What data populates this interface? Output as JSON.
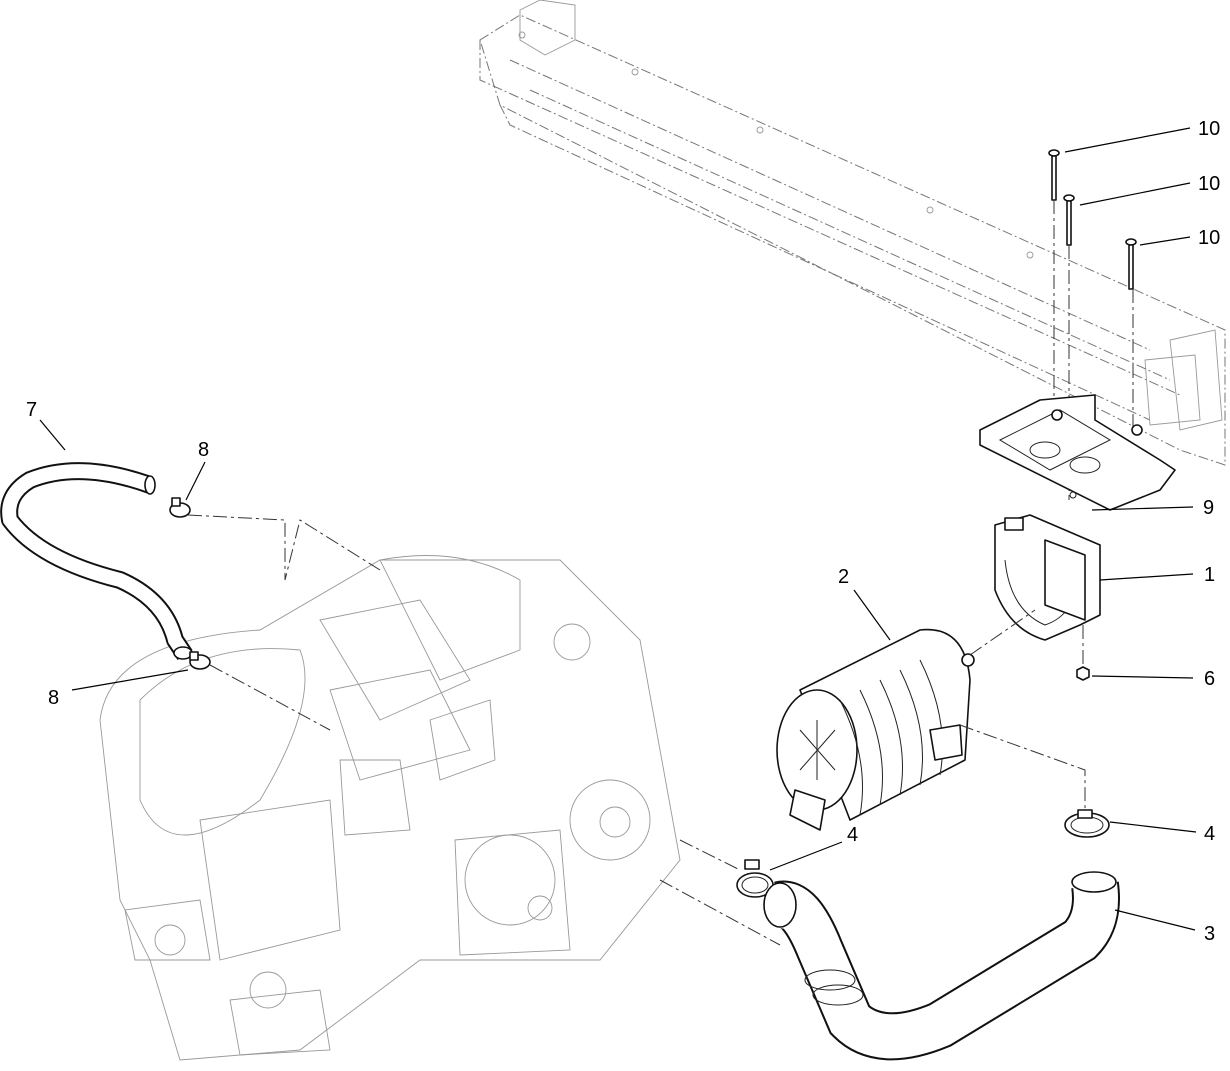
{
  "callouts": [
    {
      "id": "c10a",
      "label": "10"
    },
    {
      "id": "c10b",
      "label": "10"
    },
    {
      "id": "c10c",
      "label": "10"
    },
    {
      "id": "c9",
      "label": "9"
    },
    {
      "id": "c1",
      "label": "1"
    },
    {
      "id": "c2",
      "label": "2"
    },
    {
      "id": "c6",
      "label": "6"
    },
    {
      "id": "c7",
      "label": "7"
    },
    {
      "id": "c8a",
      "label": "8"
    },
    {
      "id": "c8b",
      "label": "8"
    },
    {
      "id": "c4a",
      "label": "4"
    },
    {
      "id": "c4b",
      "label": "4"
    },
    {
      "id": "c3",
      "label": "3"
    }
  ]
}
